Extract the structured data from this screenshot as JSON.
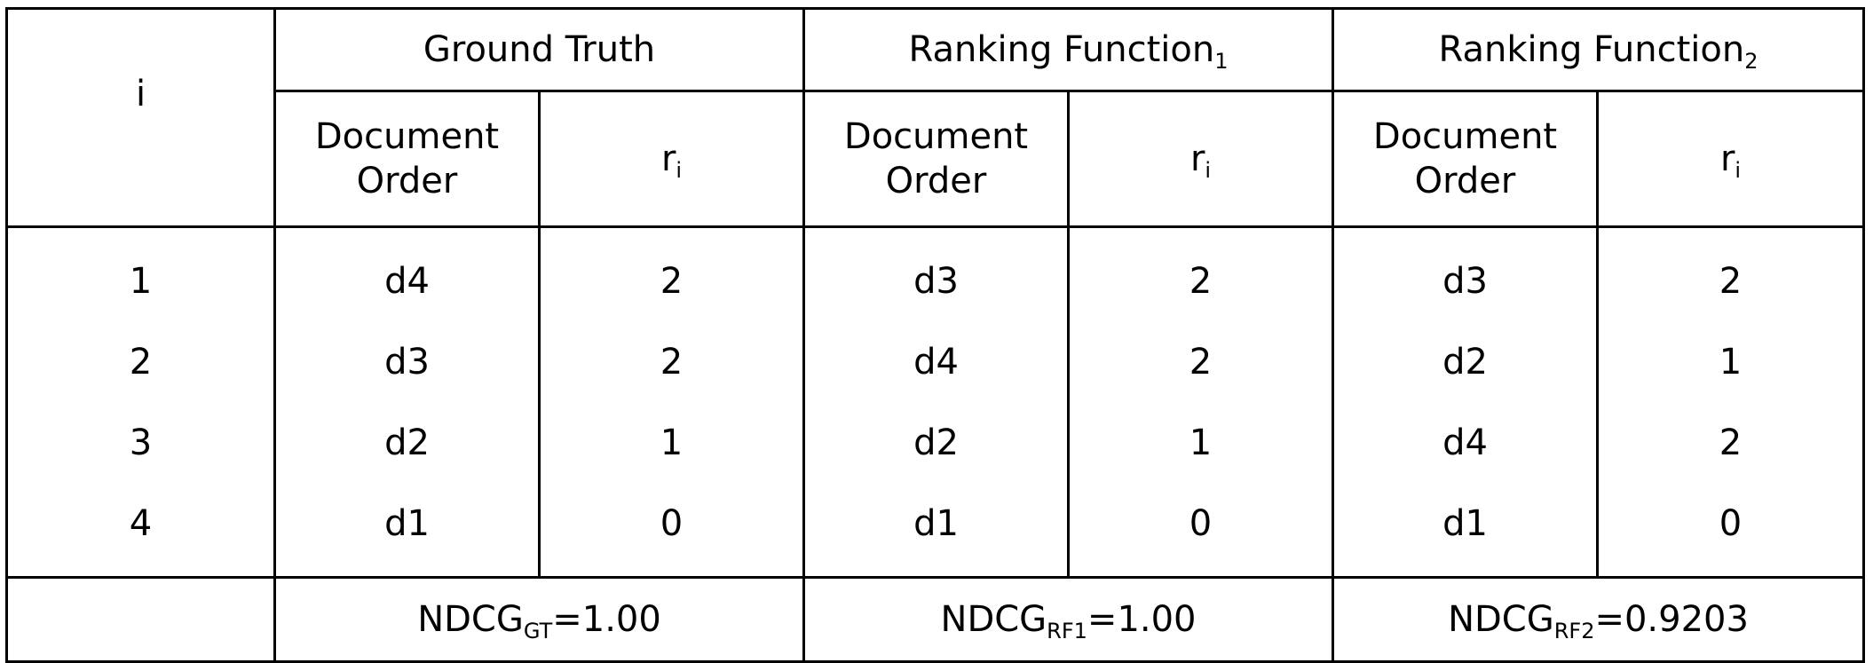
{
  "chart_data": {
    "type": "table",
    "header": {
      "index_label": "i",
      "groups": [
        {
          "name": "Ground Truth",
          "sub": ""
        },
        {
          "name": "Ranking Function",
          "sub": "1"
        },
        {
          "name": "Ranking Function",
          "sub": "2"
        }
      ],
      "doc_col_line1": "Document",
      "doc_col_line2": "Order",
      "rel_col": "r",
      "rel_col_sub": "i"
    },
    "rows": [
      {
        "i": "1",
        "gt_doc": "d4",
        "gt_r": "2",
        "rf1_doc": "d3",
        "rf1_r": "2",
        "rf2_doc": "d3",
        "rf2_r": "2"
      },
      {
        "i": "2",
        "gt_doc": "d3",
        "gt_r": "2",
        "rf1_doc": "d4",
        "rf1_r": "2",
        "rf2_doc": "d2",
        "rf2_r": "1"
      },
      {
        "i": "3",
        "gt_doc": "d2",
        "gt_r": "1",
        "rf1_doc": "d2",
        "rf1_r": "1",
        "rf2_doc": "d4",
        "rf2_r": "2"
      },
      {
        "i": "4",
        "gt_doc": "d1",
        "gt_r": "0",
        "rf1_doc": "d1",
        "rf1_r": "0",
        "rf2_doc": "d1",
        "rf2_r": "0"
      }
    ],
    "footer": [
      {
        "label": "NDCG",
        "sub": "GT",
        "value": "=1.00"
      },
      {
        "label": "NDCG",
        "sub": "RF1",
        "value": "=1.00"
      },
      {
        "label": "NDCG",
        "sub": "RF2",
        "value": "=0.9203"
      }
    ]
  }
}
